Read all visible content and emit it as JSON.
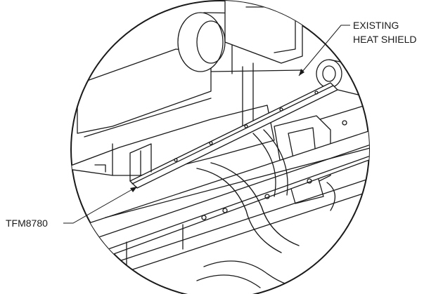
{
  "callouts": {
    "heat_shield_line1": "EXISTING",
    "heat_shield_line2": "HEAT SHIELD",
    "part_number": "TFM8780"
  },
  "colors": {
    "line": "#1a1a1a",
    "background": "#ffffff"
  }
}
